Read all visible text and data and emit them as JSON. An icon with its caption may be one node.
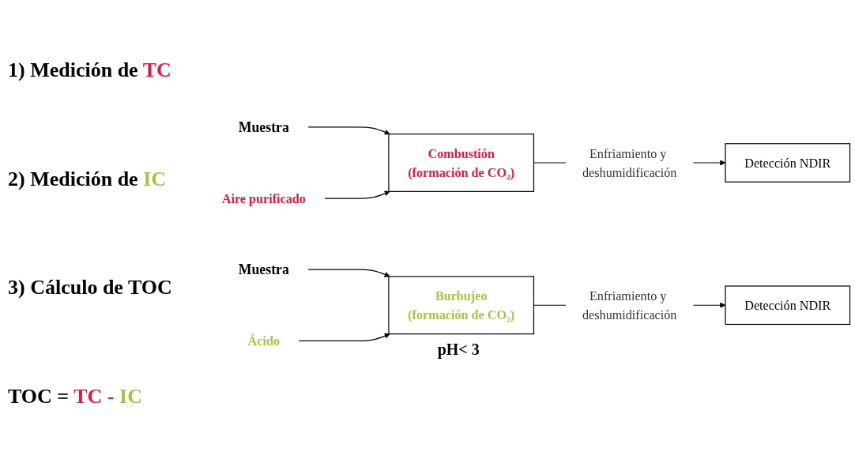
{
  "diagram": {
    "nodes": [
      {
        "text": [
          "Muestra"
        ]
      },
      {
        "text": [
          "Aire purificado"
        ]
      },
      {
        "text": [
          "Combustión",
          "(formación de CO₂)"
        ]
      },
      {
        "text": [
          "Detección NDIR"
        ]
      },
      {
        "text": [
          "Muestra"
        ]
      },
      {
        "text": [
          "Ácido"
        ]
      },
      {
        "text": [
          "Burbujeo",
          "(formación de CO₂)"
        ],
        "beside": [
          "pH< 3"
        ]
      },
      {
        "text": [
          "Detección NDIR"
        ]
      }
    ],
    "edges": [
      {
        "from": 0,
        "to": 2,
        "arrow": "to"
      },
      {
        "from": 1,
        "to": 2,
        "arrow": "to"
      },
      {
        "from": 2,
        "to": 3,
        "arrow": "to",
        "label": "Enfriamiento y deshumidificación"
      },
      {
        "from": 4,
        "to": 6,
        "arrow": "to"
      },
      {
        "from": 5,
        "to": 6,
        "arrow": "to"
      },
      {
        "from": 6,
        "to": 7,
        "arrow": "to",
        "label": "Enfriamiento y deshumidificación"
      }
    ],
    "labels": [
      "1) Medición de",
      "TC",
      "2) Medición de",
      "IC",
      "3) Cálculo de TOC",
      "TOC =",
      "TC",
      "-",
      "IC"
    ]
  }
}
